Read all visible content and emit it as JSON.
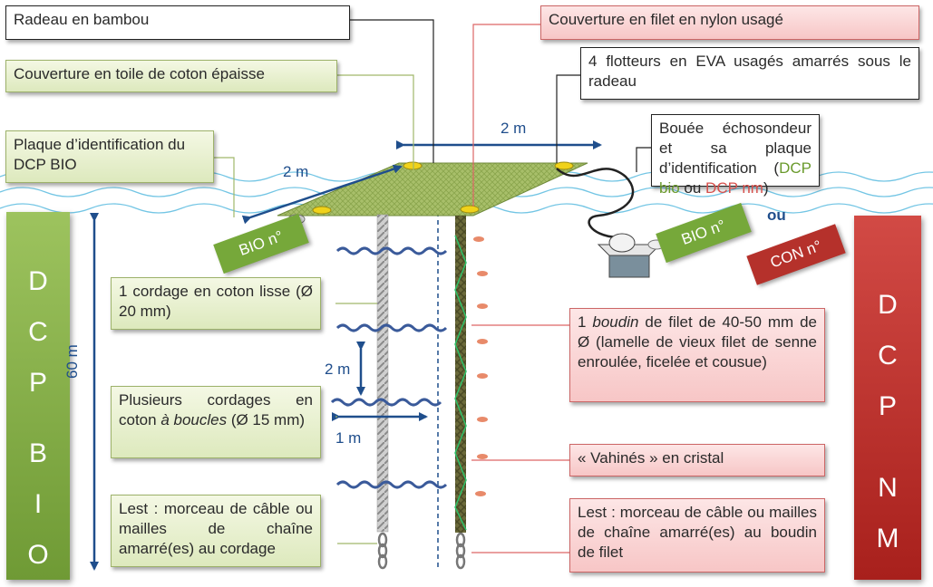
{
  "labels": {
    "radeau": "Radeau en bambou",
    "toile": "Couverture en toile de coton épaisse",
    "plaque": "Plaque d’identification du DCP BIO",
    "filet_nylon": "Couverture en filet en nylon usagé",
    "flotteurs": "4 flotteurs en EVA usagés amarrés sous le radeau",
    "bouee_prefix": "Bouée échosondeur et sa plaque d’identification (",
    "bouee_dcpbio": "DCP bio",
    "bouee_ou": " ou ",
    "bouee_dcpnm": "DCP nm",
    "bouee_suffix": ")",
    "cordage_lisse": "1 cordage en coton lisse (Ø 20 mm)",
    "cordages_boucles_1": "Plusieurs cordages en coton ",
    "cordages_boucles_em": "à boucles",
    "cordages_boucles_2": " (Ø 15 mm)",
    "lest_bio": "Lest : morceau de câble ou mailles de chaîne amarré(es) au cordage",
    "boudin_1": "1 ",
    "boudin_em": "boudin",
    "boudin_2": " de filet de 40-50 mm de Ø (lamelle de vieux filet de senne enroulée, ficelée et cousue)",
    "vahines": "« Vahinés » en cristal",
    "lest_nm": "Lest : morceau de câble ou mailles de chaîne amarré(es) au boudin de filet"
  },
  "tags": {
    "bio_raft": "BIO n°",
    "bio_buoy": "BIO n°",
    "ou": "ou",
    "con": "CON n°"
  },
  "bars": {
    "left": [
      "D",
      "C",
      "P",
      "B",
      "I",
      "O"
    ],
    "right": [
      "D",
      "C",
      "P",
      "N",
      "M"
    ]
  },
  "dimensions": {
    "raft_width": "2 m",
    "raft_depth": "2 m",
    "depth": "60 m",
    "loop_spacing": "2 m",
    "loop_length": "1 m"
  },
  "colors": {
    "green_bar": "#6f9a35",
    "red_bar": "#a8201c",
    "tag_green": "#76a83a",
    "tag_red": "#b5312b",
    "dim_blue": "#1f4e8c",
    "water": "#49b6dd"
  }
}
